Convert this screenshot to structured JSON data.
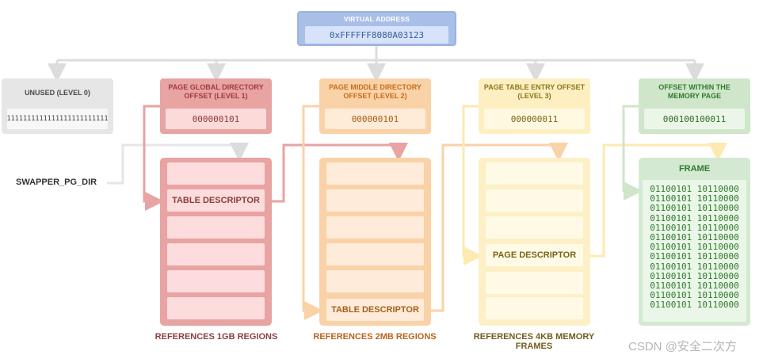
{
  "virtual_address": {
    "label": "VIRTUAL ADDRESS",
    "value": "0xFFFFFF8080A03123"
  },
  "levels": [
    {
      "label": "UNUSED (LEVEL 0)",
      "value": "1111111111111111111111111"
    },
    {
      "label": "PAGE GLOBAL DIRECTORY OFFSET (LEVEL 1)",
      "value": "000000101"
    },
    {
      "label": "PAGE MIDDLE DIRECTORY OFFSET (LEVEL 2)",
      "value": "000000101"
    },
    {
      "label": "PAGE TABLE ENTRY OFFSET (LEVEL 3)",
      "value": "000000011"
    },
    {
      "label": "OFFSET WITHIN THE MEMORY PAGE",
      "value": "000100100011"
    }
  ],
  "swapper_label": "SWAPPER_PG_DIR",
  "tables": [
    {
      "descriptor": "TABLE DESCRIPTOR",
      "caption": "REFERENCES 1GB REGIONS"
    },
    {
      "descriptor": "TABLE DESCRIPTOR",
      "caption": "REFERENCES 2MB REGIONS"
    },
    {
      "descriptor": "PAGE DESCRIPTOR",
      "caption": "REFERENCES 4KB MEMORY FRAMES"
    }
  ],
  "frame": {
    "label": "FRAME",
    "bits": "01100101 10110000\n01100101 10110000\n01100101 10110000\n01100101 10110000\n01100101 10110000\n01100101 10110000\n01100101 10110000\n01100101 10110000\n01100101 10110000\n01100101 10110000\n01100101 10110000\n01100101 10110000\n01100101 10110000"
  },
  "watermark": "CSDN @安全二次方",
  "colors": {
    "virtual_address": "#a9bfe8",
    "unused": "#e6e6e6",
    "level1": "#e8a3a3",
    "level2": "#fad2a8",
    "level3": "#fdefc0",
    "offset": "#cfe6cb"
  }
}
